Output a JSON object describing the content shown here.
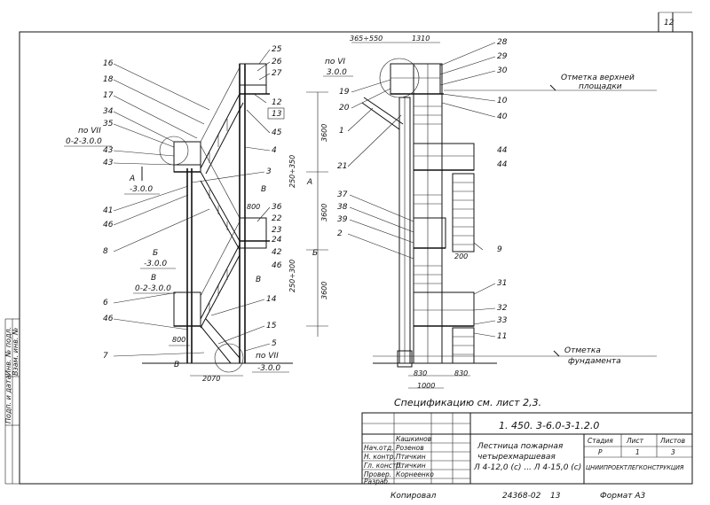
{
  "sheet_number": "12",
  "left_labels": [
    "16",
    "18",
    "17",
    "34",
    "35",
    "43",
    "43",
    "41",
    "46",
    "8",
    "6",
    "46",
    "7"
  ],
  "left_mid_labels": [
    "25",
    "26",
    "27",
    "12",
    "13",
    "45",
    "4",
    "3",
    "36",
    "22",
    "23",
    "24",
    "42",
    "46",
    "14",
    "15",
    "5"
  ],
  "right_labels": [
    "28",
    "29",
    "30",
    "10",
    "40",
    "44",
    "44",
    "9",
    "31",
    "32",
    "33",
    "11"
  ],
  "right_left_labels": [
    "19",
    "20",
    "1",
    "21",
    "37",
    "38",
    "39",
    "2"
  ],
  "ref_top_left": {
    "line1": "по VII",
    "line2": "0-2-3.0.0"
  },
  "ref_top_right": {
    "line1": "по VI",
    "line2": "3.0.0"
  },
  "ref_bottom": {
    "line1": "по VII",
    "line2": "-3.0.0"
  },
  "section_a": {
    "letter": "А",
    "value": "-3.0.0"
  },
  "section_b": {
    "letter": "Б",
    "value": "-3.0.0"
  },
  "section_v": {
    "letter": "В",
    "value": "0-2-3.0.0"
  },
  "dims": {
    "h1": "3600",
    "h2": "3600",
    "h3": "3600",
    "w_bottom": "2070",
    "w_800_a": "800",
    "w_800_b": "800",
    "small1": "250÷350",
    "small2": "250÷300",
    "top_a": "365÷550",
    "top_b": "1310",
    "w_830a": "830",
    "w_830b": "830",
    "w_1000": "1000",
    "w_200": "200"
  },
  "marker_a": "А",
  "marker_b": "Б",
  "marker_v": "В",
  "elev_top": {
    "line1": "Отметка верхней",
    "line2": "площадки"
  },
  "elev_bottom": {
    "line1": "Отметка",
    "line2": "фундамента"
  },
  "spec_text": "Спецификацию   см.   лист  2,3.",
  "title_block": {
    "code": "1. 450. 3-6.0-3-1.2.0",
    "title_line1": "Лестница пожарная",
    "title_line2": "четырехмаршевая",
    "title_line3": "Л 4-12,0 (с) ... Л 4-15,0 (с)",
    "roles": [
      "Нач.отд.",
      "Н. контр.",
      "Гл. констр.",
      "Провер.",
      "Разраб."
    ],
    "names": [
      "Кашкинов",
      "Розенов",
      "Птичкин",
      "Птичкин",
      "Корнеенко"
    ],
    "stage_header": "Стадия",
    "sheet_header": "Лист",
    "sheets_header": "Листов",
    "stage": "Р",
    "sheet": "1",
    "sheets": "3",
    "org": "ЦНИИПРОЕКТЛЕГКОНСТРУКЦИЯ"
  },
  "footer": {
    "copied": "Копировал",
    "doc_no": "24368-02",
    "page": "13",
    "format": "Формат А3"
  },
  "side_stamps": [
    "Инв. № подл.",
    "Подп. и дата",
    "Взам. инв. №"
  ],
  "colors": {
    "ink": "#111111",
    "paper": "#ffffff"
  }
}
